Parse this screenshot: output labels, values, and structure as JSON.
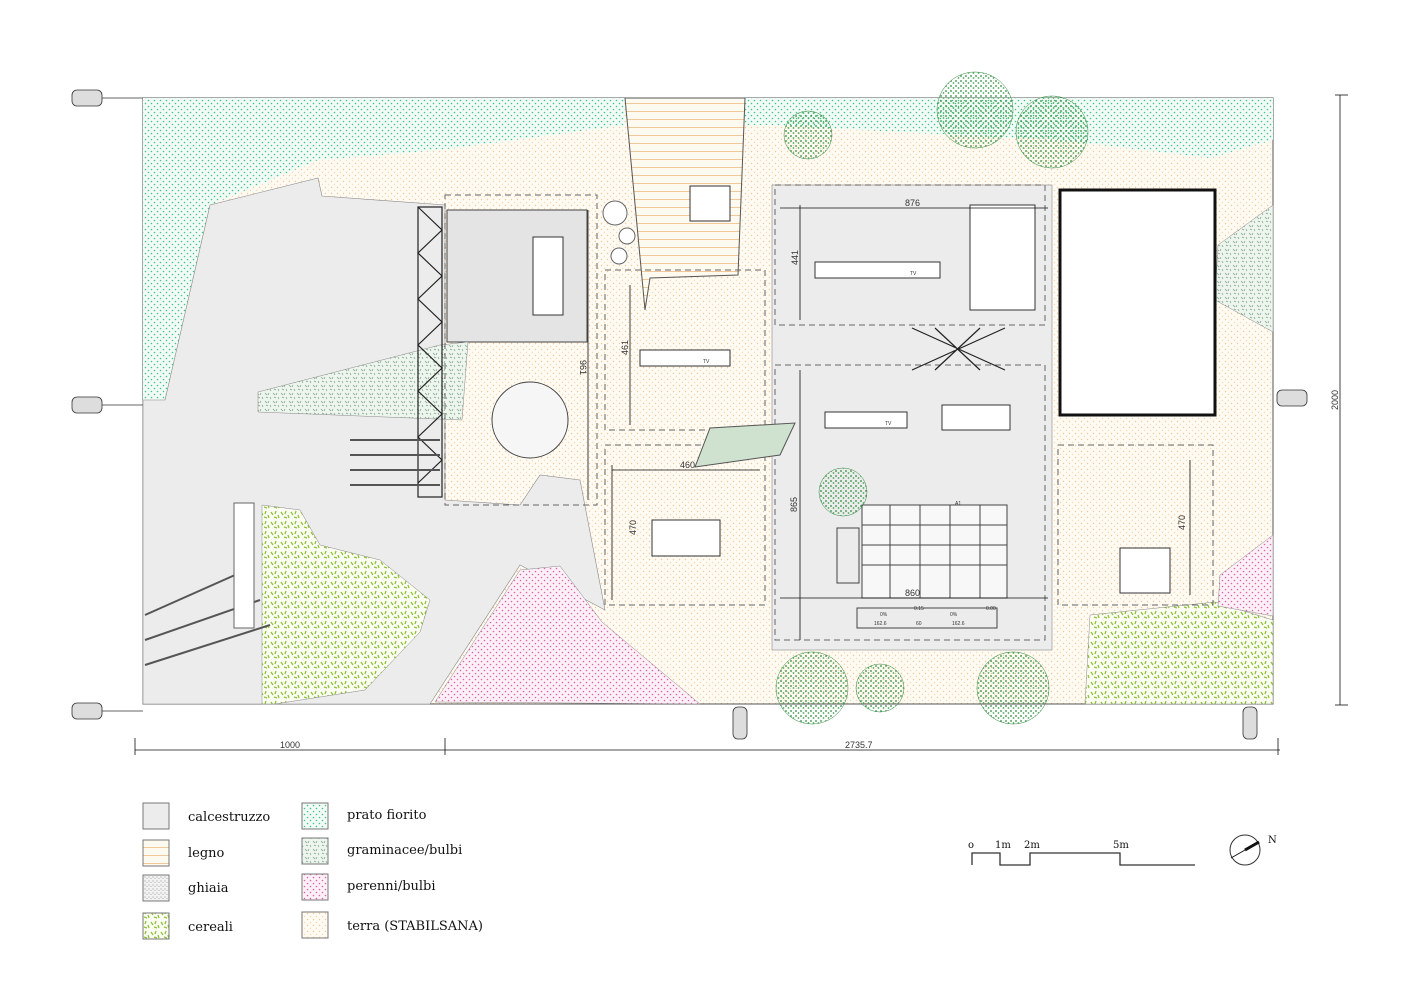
{
  "plan": {
    "dimensions": {
      "bottom_left": "1000",
      "bottom_total": "2735.7",
      "right_height": "2000",
      "room1_width": "876",
      "room1_depth": "441",
      "room2_depth": "461",
      "left_pavilion_depth": "961",
      "room3_width": "460",
      "room3_depth": "470",
      "central_depth": "865",
      "central_width": "860",
      "right_room_depth": "470"
    },
    "furniture_labels": {
      "tv": "TV",
      "level_a": "A1"
    },
    "ramp_labels": [
      "0%",
      "0.15",
      "0%",
      "0.00",
      "162.6",
      "60",
      "162.6"
    ]
  },
  "legend": {
    "items": [
      {
        "label": "calcestruzzo",
        "pattern": "concrete"
      },
      {
        "label": "legno",
        "pattern": "wood"
      },
      {
        "label": "ghiaia",
        "pattern": "gravel"
      },
      {
        "label": "cereali",
        "pattern": "cereal"
      },
      {
        "label": "prato fiorito",
        "pattern": "meadow"
      },
      {
        "label": "graminacee/bulbi",
        "pattern": "grass"
      },
      {
        "label": "perenni/bulbi",
        "pattern": "perennial"
      },
      {
        "label": "terra (STABILSANA)",
        "pattern": "earth"
      }
    ]
  },
  "scale_bar": {
    "ticks": [
      "o",
      "1m",
      "2m",
      "5m"
    ]
  },
  "north": {
    "label": "N"
  },
  "colors": {
    "meadow": "#3cc48a",
    "cereal": "#8fc23a",
    "perennial": "#e060b0",
    "earth": "#f0c89a",
    "concrete": "#ececec",
    "tree": "#2e8a3e"
  }
}
